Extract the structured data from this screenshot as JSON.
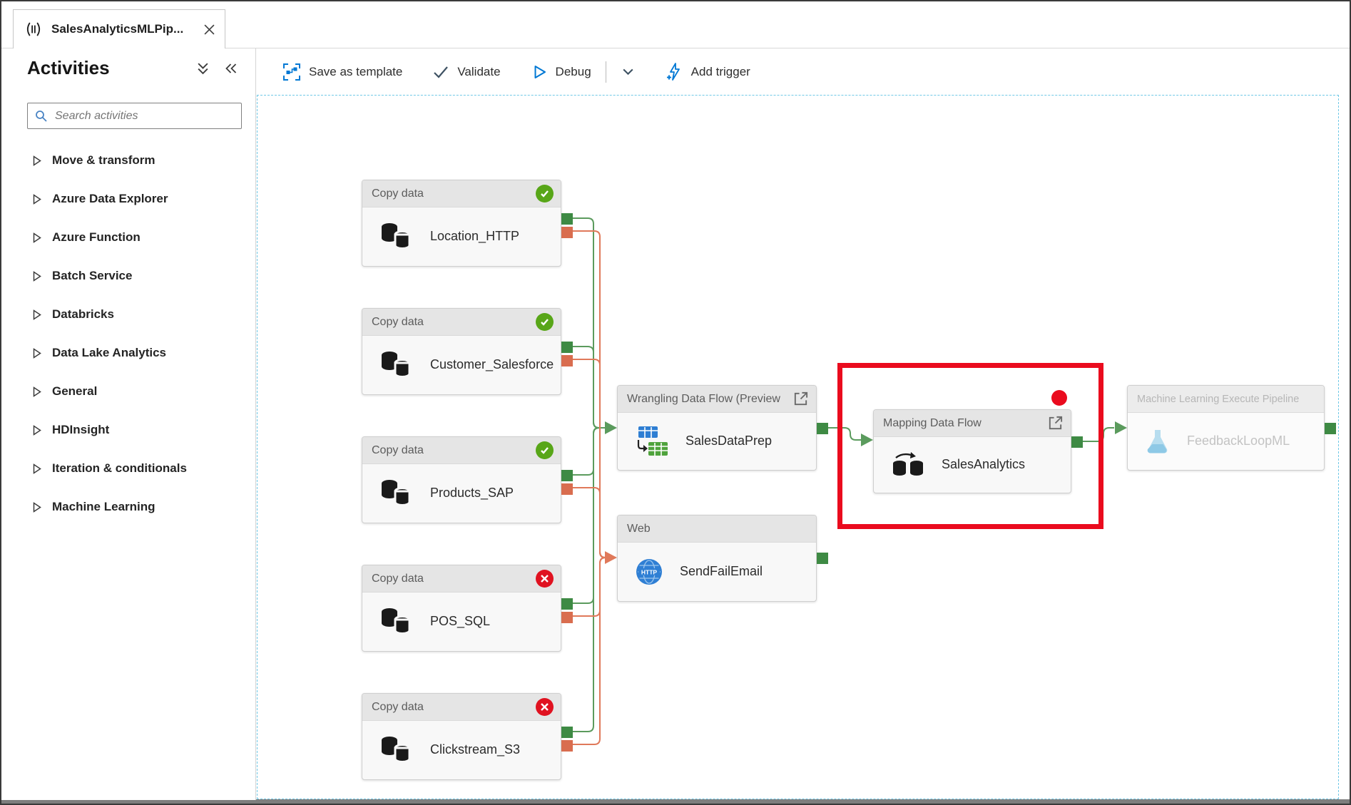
{
  "window": {
    "tab_title": "SalesAnalyticsMLPip..."
  },
  "sidebar": {
    "title": "Activities",
    "search_placeholder": "Search activities",
    "categories": [
      "Move & transform",
      "Azure Data Explorer",
      "Azure Function",
      "Batch Service",
      "Databricks",
      "Data Lake Analytics",
      "General",
      "HDInsight",
      "Iteration & conditionals",
      "Machine Learning"
    ]
  },
  "toolbar": {
    "save_as_template": "Save as template",
    "validate": "Validate",
    "debug": "Debug",
    "add_trigger": "Add trigger"
  },
  "pipeline": {
    "nodes": {
      "copy1": {
        "type": "Copy data",
        "name": "Location_HTTP",
        "status": "succeeded"
      },
      "copy2": {
        "type": "Copy data",
        "name": "Customer_Salesforce",
        "status": "succeeded"
      },
      "copy3": {
        "type": "Copy data",
        "name": "Products_SAP",
        "status": "succeeded"
      },
      "copy4": {
        "type": "Copy data",
        "name": "POS_SQL",
        "status": "failed"
      },
      "copy5": {
        "type": "Copy data",
        "name": "Clickstream_S3",
        "status": "failed"
      },
      "wrangling": {
        "type": "Wrangling Data Flow (Preview",
        "name": "SalesDataPrep"
      },
      "web": {
        "type": "Web",
        "name": "SendFailEmail",
        "icon_label": "HTTP"
      },
      "mapping": {
        "type": "Mapping Data Flow",
        "name": "SalesAnalytics"
      },
      "ml": {
        "type": "Machine Learning Execute Pipeline",
        "name": "FeedbackLoopML"
      }
    },
    "colors": {
      "success_port": "#3e8a44",
      "failure_port": "#d96d4f",
      "success_line": "#5b9b5d",
      "failure_line": "#e0795a",
      "status_success": "#58a618",
      "status_error": "#e01220",
      "annotation_red": "#ea0b1e"
    }
  }
}
